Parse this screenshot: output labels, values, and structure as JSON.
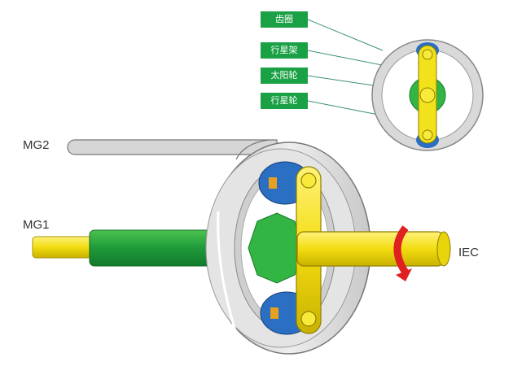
{
  "labels": {
    "ring_gear": "齿圈",
    "carrier": "行星架",
    "sun_gear": "太阳轮",
    "planet_gear": "行星轮",
    "mg2": "MG2",
    "mg1": "MG1",
    "iec": "IEC"
  },
  "colors": {
    "label_box": "#1aa145",
    "carrier": "#f2e21c",
    "sun": "#1f9a3a",
    "planet": "#2a6fc2",
    "ring": "#d9d9d9",
    "arrow": "#e02020"
  }
}
